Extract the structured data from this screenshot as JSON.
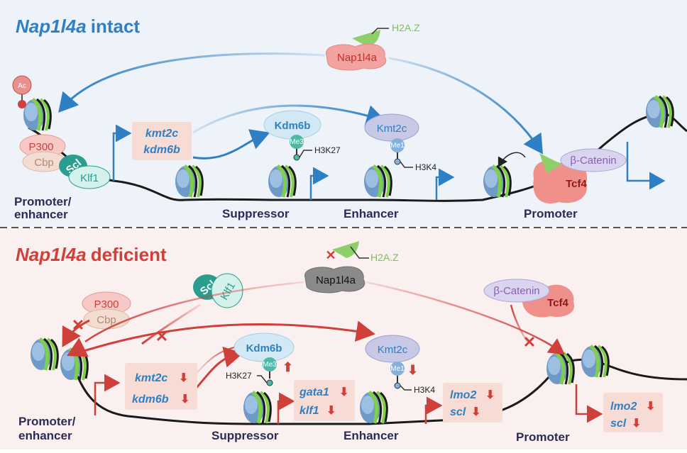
{
  "colors": {
    "intact_title": "#2f7fc4",
    "deficient_title": "#d0403a",
    "intact_bg": "#eef3f9",
    "deficient_bg": "#fbf0f0",
    "arrow_blue": "#2f7fc4",
    "arrow_red": "#d0403a",
    "nucleosome": "#6f9ac8",
    "dna_band": "#7fcf4a"
  },
  "intact": {
    "title_gene": "Nap1l4a",
    "title_rest": "intact",
    "h2az": "H2A.Z",
    "nap1l4a": "Nap1l4a",
    "ac": "Ac",
    "p300": "P300",
    "cbp": "Cbp",
    "scl": "Scl",
    "klf1": "Klf1",
    "genes": [
      "kmt2c",
      "kdm6b"
    ],
    "kdm6b": "Kdm6b",
    "kmt2c": "Kmt2c",
    "me3": "Me3",
    "me1": "Me1",
    "h3k27": "H3K27",
    "h3k4": "H3K4",
    "beta_catenin": "β-Catenin",
    "tcf4": "Tcf4",
    "regions": {
      "promoter_enhancer_1": "Promoter/",
      "promoter_enhancer_2": "enhancer",
      "suppressor": "Suppressor",
      "enhancer": "Enhancer",
      "promoter": "Promoter"
    }
  },
  "deficient": {
    "title_gene": "Nap1l4a",
    "title_rest": "deficient",
    "h2az": "H2A.Z",
    "nap1l4a": "Nap1l4a",
    "p300": "P300",
    "cbp": "Cbp",
    "scl": "Scl",
    "klf1": "Klf1",
    "kdm6b": "Kdm6b",
    "kmt2c": "Kmt2c",
    "me3": "Me3",
    "me1": "Me1",
    "h3k27": "H3K27",
    "h3k4": "H3K4",
    "beta_catenin": "β-Catenin",
    "tcf4": "Tcf4",
    "genes_a": [
      "kmt2c",
      "kdm6b"
    ],
    "genes_b": [
      "gata1",
      "klf1"
    ],
    "genes_c": [
      "lmo2",
      "scl"
    ],
    "genes_d": [
      "lmo2",
      "scl"
    ],
    "regions": {
      "promoter_enhancer_1": "Promoter/",
      "promoter_enhancer_2": "enhancer",
      "suppressor": "Suppressor",
      "enhancer": "Enhancer",
      "promoter": "Promoter"
    }
  }
}
